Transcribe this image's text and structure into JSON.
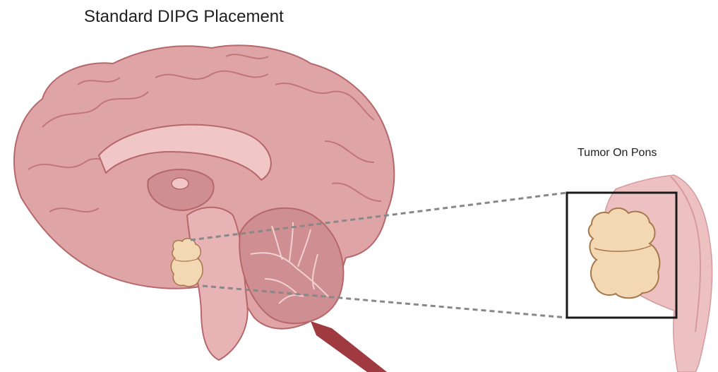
{
  "title": "Standard DIPG Placement",
  "inset_label": "Tumor On Pons",
  "colors": {
    "brain_fill": "#dfa4a6",
    "brain_outline": "#b6676b",
    "inner_fill": "#cf8e91",
    "tumor_fill": "#f3d8b4",
    "tumor_outline": "#a8774a",
    "spinal_cord": "#9e3a40",
    "zoom_box": "#1a1a1a",
    "dash": "#888888"
  },
  "icons": {
    "brain": "brain-sagittal-illustration",
    "tumor": "tumor-blob",
    "zoom": "zoom-inset-box"
  }
}
